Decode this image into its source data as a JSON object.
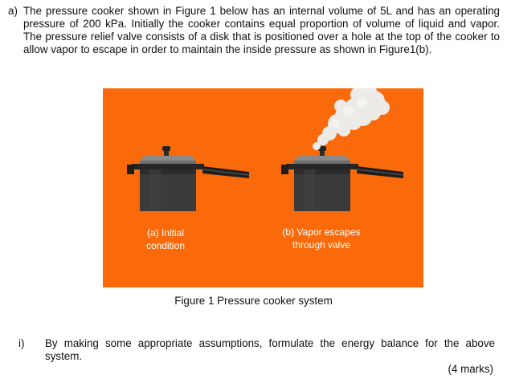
{
  "question": {
    "label": "a)",
    "text": "The pressure cooker shown in Figure 1 below has an internal volume of 5L and has an operating pressure of 200 kPa. Initially the cooker contains equal proportion of volume of liquid and vapor. The pressure relief valve consists of a disk that is positioned over a hole at the top of the cooker to allow vapor to escape in order to maintain the inside pressure as shown in Figure1(b)."
  },
  "figure": {
    "background_color": "#fa6a0a",
    "caption_a_line1": "(a) Initial",
    "caption_a_line2": "condition",
    "caption_b_line1": "(b) Vapor escapes",
    "caption_b_line2": "through valve",
    "caption": "Figure 1 Pressure cooker system"
  },
  "subquestion": {
    "label": "i)",
    "text": "By making some appropriate assumptions, formulate the energy balance for the above system.",
    "marks": "(4 marks)"
  }
}
